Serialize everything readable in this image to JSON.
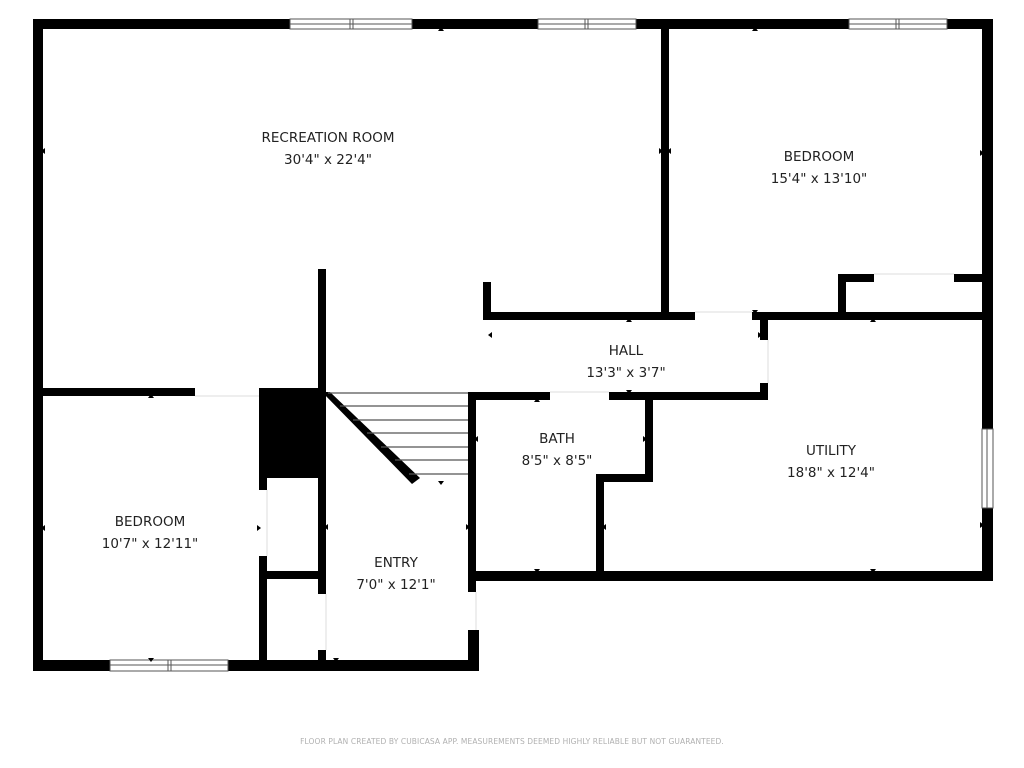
{
  "floor_plan": {
    "rooms": [
      {
        "id": "recreation-room",
        "name": "RECREATION ROOM",
        "dimensions": "30'4\" x 22'4\""
      },
      {
        "id": "bedroom-upper-right",
        "name": "BEDROOM",
        "dimensions": "15'4\" x 13'10\""
      },
      {
        "id": "hall",
        "name": "HALL",
        "dimensions": "13'3\" x 3'7\""
      },
      {
        "id": "bath",
        "name": "BATH",
        "dimensions": "8'5\" x 8'5\""
      },
      {
        "id": "utility",
        "name": "UTILITY",
        "dimensions": "18'8\" x 12'4\""
      },
      {
        "id": "bedroom-lower-left",
        "name": "BEDROOM",
        "dimensions": "10'7\" x 12'11\""
      },
      {
        "id": "entry",
        "name": "ENTRY",
        "dimensions": "7'0\" x 12'1\""
      }
    ],
    "footer": "FLOOR PLAN CREATED BY CUBICASA APP. MEASUREMENTS DEEMED HIGHLY RELIABLE BUT NOT GUARANTEED.",
    "colors": {
      "wall": "#000000",
      "background": "#ffffff",
      "label_text": "#222222",
      "footer_text": "#b0b0b0"
    }
  }
}
